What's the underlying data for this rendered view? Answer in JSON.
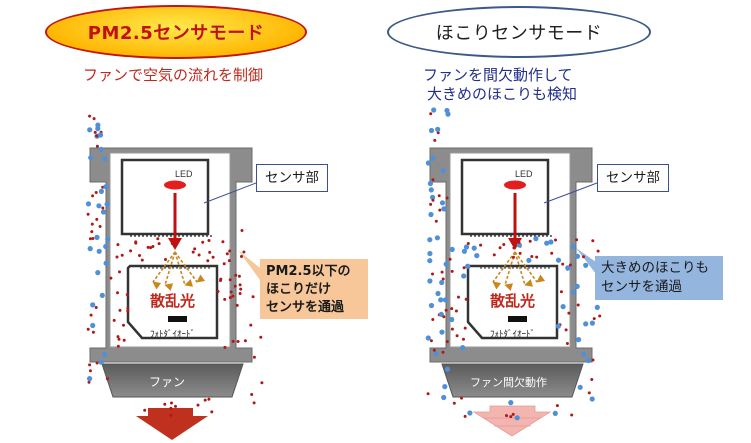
{
  "left": {
    "title": "PM2.5センサモード",
    "description": "ファンで空気の流れを制御",
    "sensor_label": "センサ部",
    "note_lines": [
      "PM2.5以下の",
      "ほこりだけ",
      "センサを通過"
    ],
    "led_label": "LED",
    "scatter_label": "散乱光",
    "photodiode_label": "ﾌｫﾄﾀﾞｲｵｰﾄﾞ",
    "fan_label": "ファン"
  },
  "right": {
    "title": "ほこりセンサモード",
    "description_lines": [
      "ファンを間欠動作して",
      "大きめのほこりも検知"
    ],
    "sensor_label": "センサ部",
    "note_lines": [
      "大きめのほこりも",
      "センサを通過"
    ],
    "led_label": "LED",
    "scatter_label": "散乱光",
    "photodiode_label": "ﾌｫﾄﾀﾞｲｵｰﾄﾞ",
    "fan_label": "ファン間欠動作"
  },
  "colors": {
    "title_left_fill": "#ffc000",
    "title_left_border": "#c21616",
    "title_right_border": "#3c5a86",
    "housing_gray": "#8c8c8c",
    "chamber_white": "#ffffff",
    "particle_red": "#b01818",
    "particle_blue": "#4f90d8",
    "led_red": "#e31e1e",
    "scatter_arrow": "#c8861d",
    "left_note_bg": "#f7c79a",
    "right_note_bg": "#93b5de",
    "exhaust_strong": "#c0301e",
    "exhaust_faint": "#f2b5b0"
  }
}
